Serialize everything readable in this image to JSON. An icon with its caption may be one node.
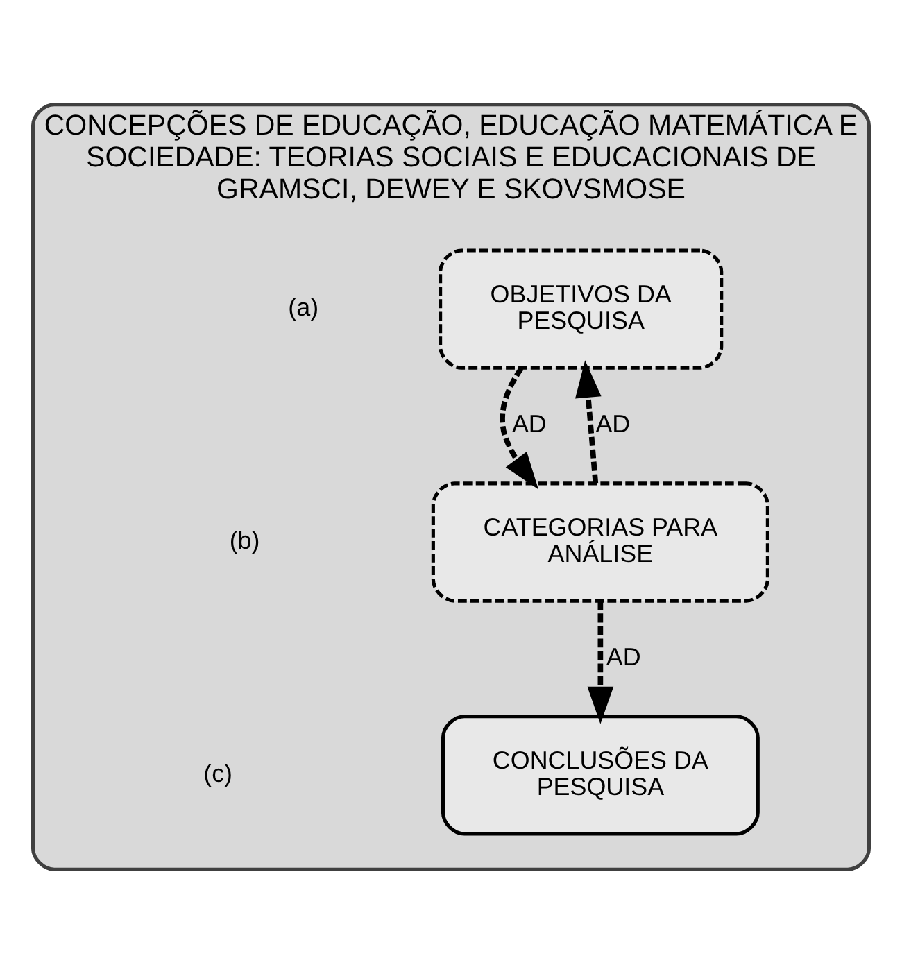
{
  "diagram": {
    "nodes": [
      {
        "text": [
          "CONCEPÇÕES DE EDUCAÇÃO, EDUCAÇÃO MATEMÁTICA E SOCIEDADE: TEORIAS SOCIAIS E EDUCACIONAIS DE GRAMSCI, DEWEY E SKOVSMOSE"
        ]
      },
      {
        "text": [
          "OBJETIVOS DA PESQUISA"
        ],
        "in": 0
      },
      {
        "text": [
          "CATEGORIAS PARA ANÁLISE"
        ],
        "in": 0
      },
      {
        "text": [
          "CONCLUSÕES DA PESQUISA"
        ],
        "in": 0
      }
    ],
    "edges": [
      {
        "from": 1,
        "to": 2,
        "arrow": "to",
        "label": "AD",
        "style": "dashed"
      },
      {
        "from": 2,
        "to": 1,
        "arrow": "to",
        "label": "AD",
        "style": "dashed"
      },
      {
        "from": 2,
        "to": 3,
        "arrow": "to",
        "label": "AD",
        "style": "dashed"
      }
    ],
    "labels": [
      "(a)",
      "(b)",
      "(c)"
    ]
  }
}
